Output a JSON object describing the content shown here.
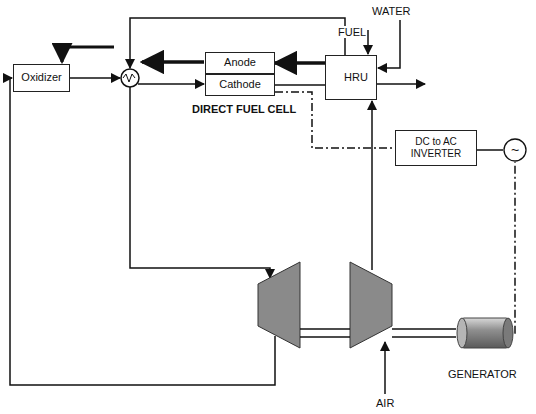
{
  "diagram": {
    "nodes": [
      {
        "text": [
          "Oxidizer"
        ]
      },
      {
        "text": [
          "Anode"
        ]
      },
      {
        "text": [
          "Cathode"
        ]
      },
      {
        "text": [
          "HRU"
        ]
      },
      {
        "text": [
          "DC to AC INVERTER"
        ]
      },
      {
        "text": [
          "~"
        ]
      },
      {
        "text": [
          "GENERATOR"
        ]
      }
    ],
    "edges": [
      {
        "from": 3,
        "to": 1,
        "arrow": "to"
      },
      {
        "from": 2,
        "to": 3,
        "arrow": "none"
      },
      {
        "from": 2,
        "to": 4,
        "arrow": "none"
      },
      {
        "from": 4,
        "to": 5,
        "arrow": "none"
      },
      {
        "from": 6,
        "to": 5,
        "arrow": "none"
      }
    ],
    "labels": [
      "DIRECT FUEL CELL",
      "FUEL",
      "WATER",
      "AIR"
    ]
  }
}
